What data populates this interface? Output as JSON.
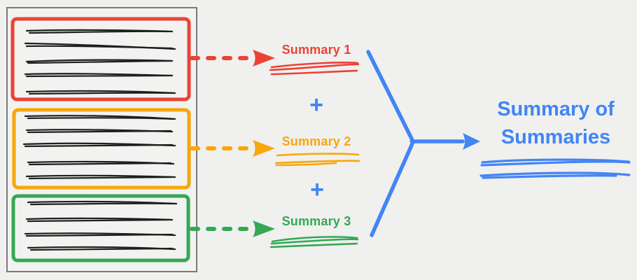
{
  "colors": {
    "red": "#EA4335",
    "orange": "#F7A70B",
    "green": "#34A853",
    "blue": "#4285F4",
    "ink": "#1E1E1E",
    "doc-border": "#7A7A7A",
    "page-bg": "#F0F0EF",
    "doc-fill": "#F2F2F1"
  },
  "document": {
    "sections": [
      {
        "color": "red",
        "text_lines": 5
      },
      {
        "color": "orange",
        "text_lines": 5
      },
      {
        "color": "green",
        "text_lines": 4
      }
    ]
  },
  "flow": {
    "summaries": [
      {
        "label": "Summary 1",
        "color": "red"
      },
      {
        "label": "Summary 2",
        "color": "orange"
      },
      {
        "label": "Summary 3",
        "color": "green"
      }
    ],
    "plus": "+",
    "result": {
      "label": "Summary of Summaries",
      "color": "blue"
    }
  }
}
